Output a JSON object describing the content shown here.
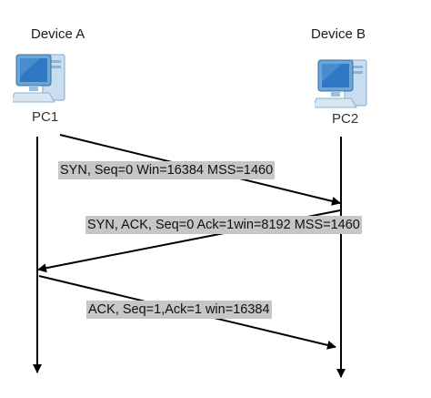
{
  "devices": {
    "left": {
      "title": "Device A",
      "pc_label": "PC1",
      "icon": "desktop-computer-icon"
    },
    "right": {
      "title": "Device B",
      "pc_label": "PC2",
      "icon": "desktop-computer-icon"
    }
  },
  "messages": [
    {
      "text": "SYN, Seq=0 Win=16384 MSS=1460"
    },
    {
      "text": "SYN, ACK, Seq=0  Ack=1win=8192 MSS=1460"
    },
    {
      "text": "ACK, Seq=1,Ack=1 win=16384"
    }
  ],
  "colors": {
    "line": "#000000",
    "label_bg": "#c6c6c6",
    "monitor_blue": "#6aa6d8",
    "screen": "#2f78c4"
  }
}
